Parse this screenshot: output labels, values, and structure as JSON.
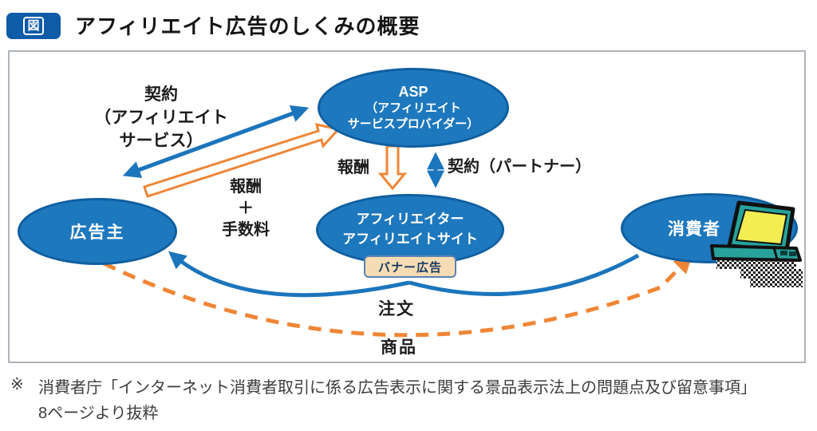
{
  "header": {
    "badge": "図",
    "title": "アフィリエイト広告のしくみの概要"
  },
  "diagram": {
    "nodes": {
      "asp": {
        "line1": "ASP",
        "line2": "（アフィリエイト",
        "line3": "サービスプロバイダー）"
      },
      "advertiser": {
        "label": "広告主"
      },
      "affiliate": {
        "line1": "アフィリエイター",
        "line2": "アフィリエイトサイト"
      },
      "consumer": {
        "label": "消費者"
      },
      "banner": {
        "label": "バナー広告"
      }
    },
    "labels": {
      "contract_asp_l1": "契約",
      "contract_asp_l2": "（アフィリエイト",
      "contract_asp_l3": "サービス）",
      "reward_fee_l1": "報酬",
      "reward_fee_l2": "＋",
      "reward_fee_l3": "手数料",
      "reward": "報酬",
      "contract_partner": "契約（パートナー）",
      "order": "注文",
      "goods": "商品"
    },
    "icons": {
      "laptop": "consumer-laptop-icon"
    },
    "colors": {
      "node_blue": "#1e78be",
      "node_border": "#0f5fa0",
      "arrow_blue": "#1b75bc",
      "arrow_orange": "#ef8636",
      "banner_bg": "#f6dcb4",
      "badge_blue": "#0e5ba8",
      "laptop_teal": "#27a39b",
      "laptop_screen": "#f2ee52"
    }
  },
  "footnote": {
    "marker": "※",
    "line1": "消費者庁「インターネット消費者取引に係る広告表示に関する景品表示法上の問題点及び留意事項」",
    "line2": "8ページより抜粋"
  }
}
